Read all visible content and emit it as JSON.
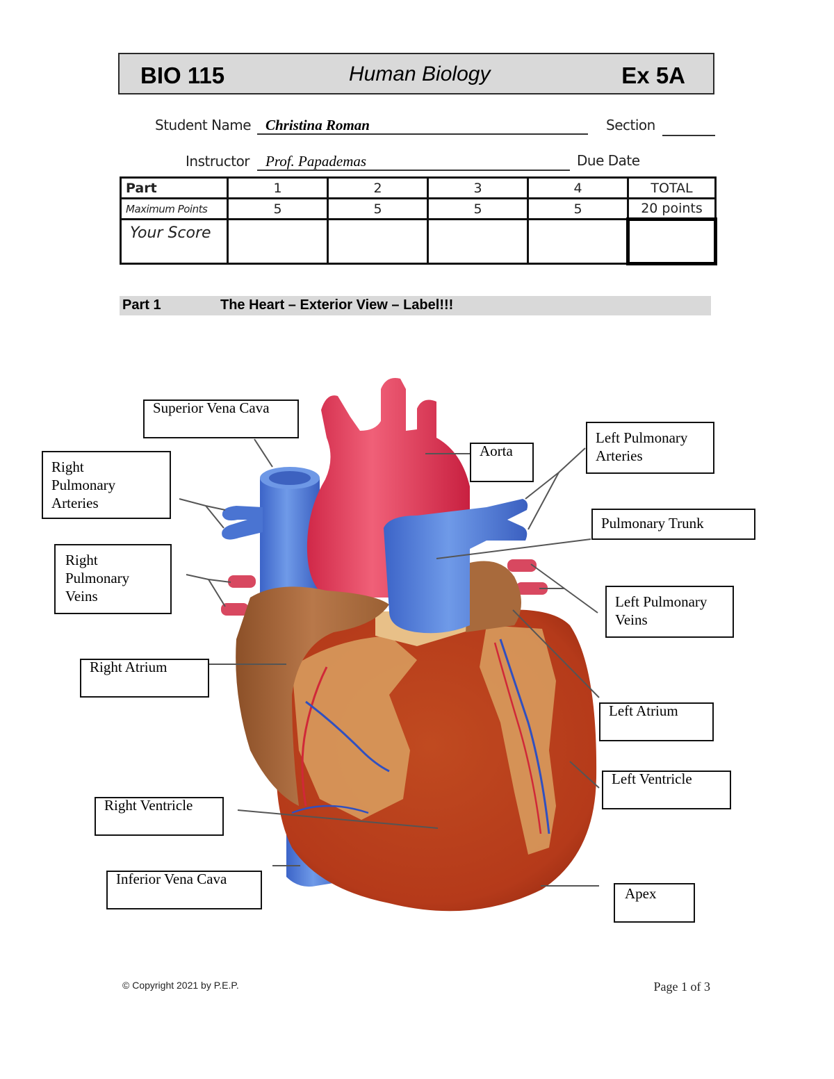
{
  "header": {
    "course": "BIO 115",
    "subject": "Human Biology",
    "exercise": "Ex 5A"
  },
  "form": {
    "student_name_label": "Student Name",
    "student_name_value": "Christina Roman",
    "section_label": "Section",
    "section_value": "",
    "instructor_label": "Instructor",
    "instructor_value": "Prof. Papademas",
    "due_date_label": "Due Date",
    "due_date_value": ""
  },
  "score_table": {
    "row_headers": [
      "Part",
      "Maximum Points",
      "Your Score"
    ],
    "columns": [
      "1",
      "2",
      "3",
      "4",
      "TOTAL"
    ],
    "max_points": [
      "5",
      "5",
      "5",
      "5",
      "20 points"
    ],
    "your_score": [
      "",
      "",
      "",
      "",
      ""
    ]
  },
  "section": {
    "number": "Part 1",
    "title": "The Heart – Exterior View – Label!!!"
  },
  "diagram": {
    "labels": [
      {
        "id": "superior-vena-cava",
        "text": "Superior Vena Cava"
      },
      {
        "id": "right-pulmonary-arteries",
        "text": "Right Pulmonary Arteries",
        "lines": [
          "Right",
          "Pulmonary",
          "Arteries"
        ]
      },
      {
        "id": "right-pulmonary-veins",
        "text": "Right Pulmonary Veins",
        "lines": [
          "Right",
          "Pulmonary",
          "Veins"
        ]
      },
      {
        "id": "right-atrium",
        "text": "Right Atrium"
      },
      {
        "id": "right-ventricle",
        "text": "Right Ventricle"
      },
      {
        "id": "inferior-vena-cava",
        "text": "Inferior Vena Cava"
      },
      {
        "id": "aorta",
        "text": "Aorta"
      },
      {
        "id": "left-pulmonary-arteries",
        "text": "Left Pulmonary Arteries",
        "lines": [
          "Left Pulmonary",
          "Arteries"
        ]
      },
      {
        "id": "pulmonary-trunk",
        "text": "Pulmonary Trunk"
      },
      {
        "id": "left-pulmonary-veins",
        "text": "Left Pulmonary Veins",
        "lines": [
          "Left Pulmonary",
          "Veins"
        ]
      },
      {
        "id": "left-atrium",
        "text": "Left Atrium"
      },
      {
        "id": "left-ventricle",
        "text": "Left Ventricle"
      },
      {
        "id": "apex",
        "text": "Apex"
      }
    ],
    "colors": {
      "artery_red": "#e0405a",
      "vein_blue": "#4f7fd8",
      "ventricle_red": "#b8401e",
      "atrium_brown": "#a8683a",
      "fat_tan": "#e0b070"
    }
  },
  "footer": {
    "copyright": "© Copyright 2021 by P.E.P.",
    "page": "Page 1 of 3"
  }
}
